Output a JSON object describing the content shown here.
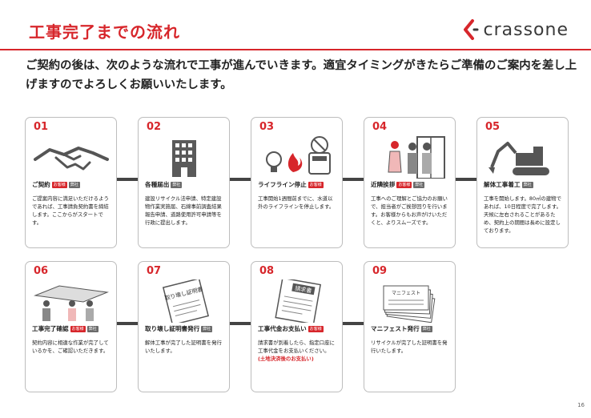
{
  "header": {
    "title": "工事完了までの流れ",
    "brand": "crassone"
  },
  "lead": "ご契約の後は、次のような流れで工事が進んでいきます。適宜タイミングがきたらご準備のご案内を差し上げますのでよろしくお願いいたします。",
  "tags": {
    "customer": "お客様",
    "company": "弊社"
  },
  "steps": [
    {
      "num": "01",
      "title": "ご契約",
      "desc": "ご提案内容に満足いただけるようであれば、工事請負契約書を締結します。ここからがスタートです。",
      "note": ""
    },
    {
      "num": "02",
      "title": "各種届出",
      "desc": "建設リサイクル法申請、特定建設物作業実施届、石綿事前調査結果報告申請、道路使用許可申請等を行政に提出します。",
      "note": ""
    },
    {
      "num": "03",
      "title": "ライフライン停止",
      "desc": "工事開始1週間前までに、水道以外のライフラインを停止します。",
      "note": ""
    },
    {
      "num": "04",
      "title": "近隣挨拶",
      "desc": "工事へのご理解とご協力のお願いで、担当者がご挨拶回りを行います。お客様からもお声がけいただくと、よりスムーズです。",
      "note": ""
    },
    {
      "num": "05",
      "title": "解体工事着工",
      "desc": "工事を開始します。80㎡の建物であれば、10日程度で完了します。天候に左右されることがあるため、契約上の期間は長めに設定しております。",
      "note": ""
    },
    {
      "num": "06",
      "title": "工事完了確認",
      "desc": "契約内容に相違な作業が完了しているかを、ご確認いただきます。",
      "note": ""
    },
    {
      "num": "07",
      "title": "取り壊し証明書発行",
      "desc": "解体工事が完了した証明書を発行いたします。",
      "note": ""
    },
    {
      "num": "08",
      "title": "工事代金お支払い",
      "desc": "請求書が到着したら、指定口座に工事代金をお支払いください。",
      "note": "(土地決済後のお支払い)"
    },
    {
      "num": "09",
      "title": "マニフェスト発行",
      "desc": "リサイクルが完了した証明書を発行いたします。",
      "note": ""
    }
  ],
  "illustration_text": {
    "certificate": "取り壊し証明書",
    "invoice": "請求書",
    "manifest": "マニフェスト"
  },
  "page_number": "16",
  "colors": {
    "accent": "#d7262b",
    "tag_gray": "#6b6b6b",
    "connector": "#444444"
  }
}
